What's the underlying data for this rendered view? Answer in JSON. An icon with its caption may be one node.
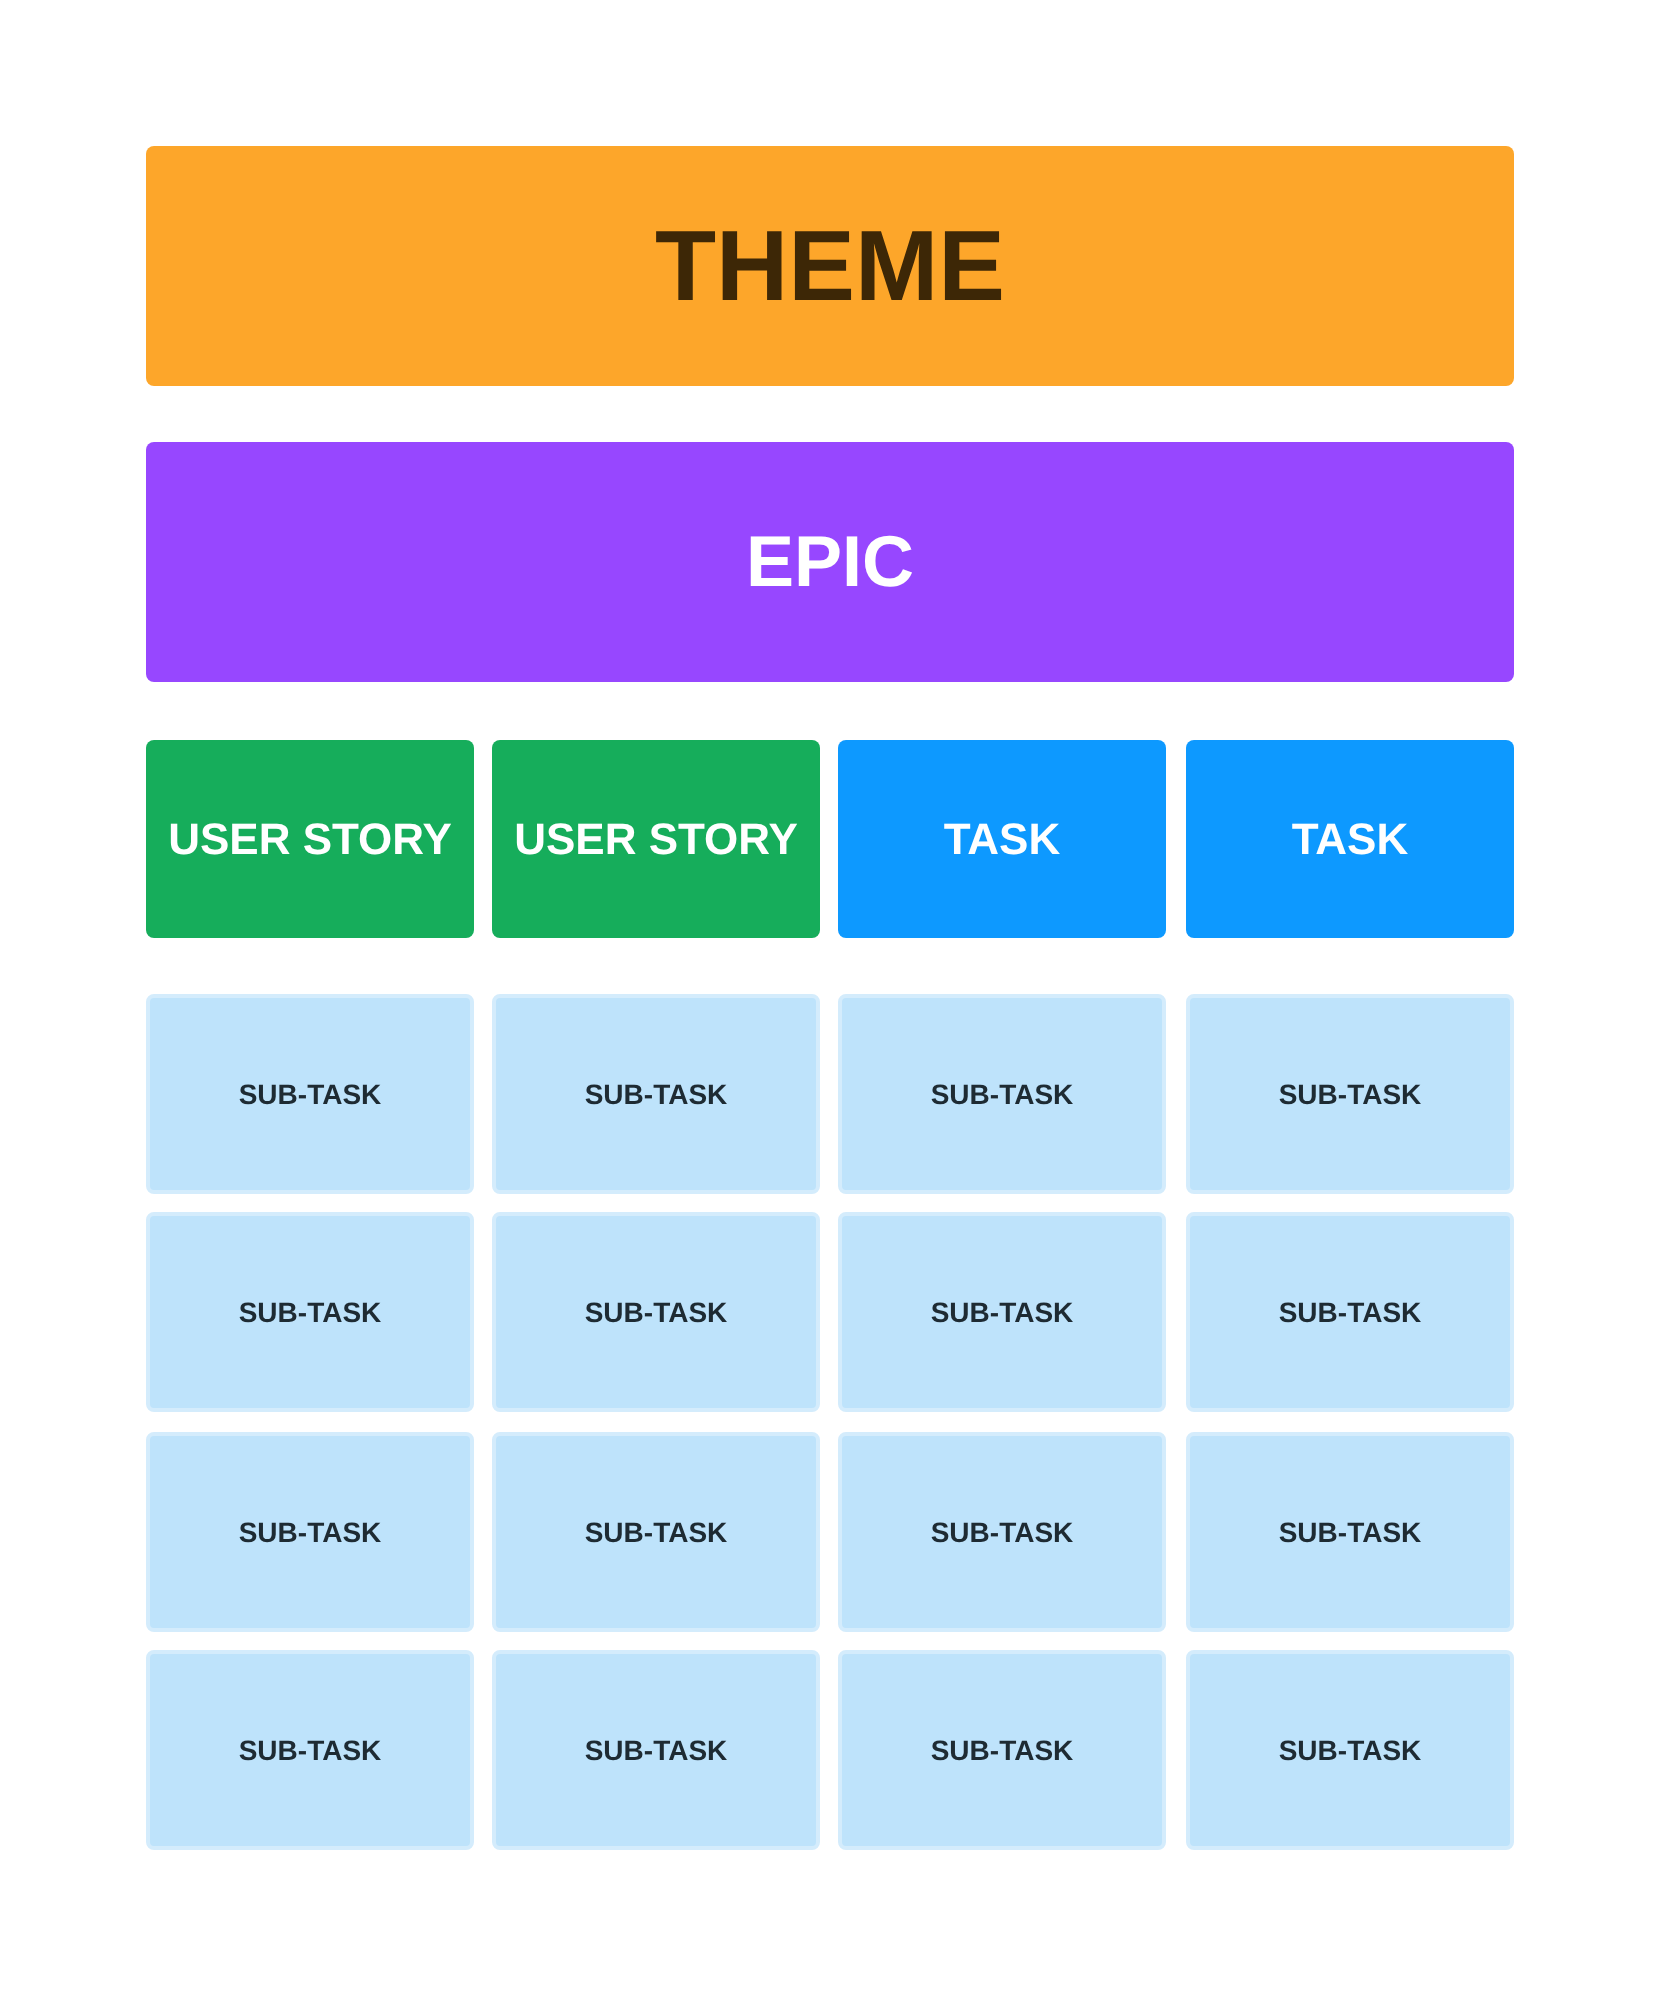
{
  "diagram": {
    "nodes": [
      {
        "text": [
          "THEME"
        ]
      },
      {
        "text": [
          "EPIC"
        ]
      },
      {
        "text": [
          "USER STORY"
        ]
      },
      {
        "text": [
          "USER STORY"
        ]
      },
      {
        "text": [
          "TASK"
        ]
      },
      {
        "text": [
          "TASK"
        ]
      },
      {
        "text": [
          "SUB-TASK"
        ]
      },
      {
        "text": [
          "SUB-TASK"
        ]
      },
      {
        "text": [
          "SUB-TASK"
        ]
      },
      {
        "text": [
          "SUB-TASK"
        ]
      },
      {
        "text": [
          "SUB-TASK"
        ]
      },
      {
        "text": [
          "SUB-TASK"
        ]
      },
      {
        "text": [
          "SUB-TASK"
        ]
      },
      {
        "text": [
          "SUB-TASK"
        ]
      },
      {
        "text": [
          "SUB-TASK"
        ]
      },
      {
        "text": [
          "SUB-TASK"
        ]
      },
      {
        "text": [
          "SUB-TASK"
        ]
      },
      {
        "text": [
          "SUB-TASK"
        ]
      },
      {
        "text": [
          "SUB-TASK"
        ]
      },
      {
        "text": [
          "SUB-TASK"
        ]
      },
      {
        "text": [
          "SUB-TASK"
        ]
      },
      {
        "text": [
          "SUB-TASK"
        ]
      }
    ]
  }
}
